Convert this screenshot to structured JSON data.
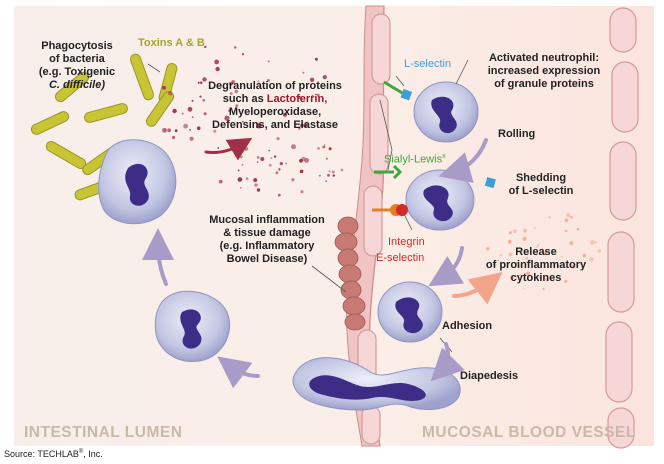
{
  "labels": {
    "phagocytosis": [
      "Phagocytosis",
      "of bacteria",
      "(e.g. Toxigenic",
      "C. difficile)"
    ],
    "toxins": "Toxins A & B",
    "degranulation_pre": "Degranulation of proteins",
    "degranulation_such": "such as ",
    "lactoferrin": "Lactoferrin,",
    "degranulation_rest": [
      "Myeloperoxidase,",
      "Defensins, and Elastase"
    ],
    "activated": [
      "Activated neutrophil:",
      "increased expression",
      "of granule proteins"
    ],
    "l_selectin": "L-selectin",
    "rolling": "Rolling",
    "sialyl_lewis": "Sialyl-Lewis",
    "sialyl_sup": "x",
    "shedding": [
      "Shedding",
      "of L-selectin"
    ],
    "integrin": "Integrin",
    "e_selectin": "E-selectin",
    "mucosal": [
      "Mucosal inflammation",
      "& tissue damage",
      "(e.g. Inflammatory",
      "Bowel Disease)"
    ],
    "release": [
      "Release",
      "of proinflammatory",
      "cytokines"
    ],
    "adhesion": "Adhesion",
    "diapedesis": "Diapedesis",
    "intestinal_lumen": "INTESTINAL LUMEN",
    "mucosal_vessel": "MUCOSAL BLOOD VESSEL",
    "source_text": "Source: TECHLAB",
    "source_reg": "®",
    "source_end": ", Inc."
  },
  "colors": {
    "lumen_bg": "#f8efe8",
    "vessel_bg": "#fbe9e3",
    "vessel_wall": "#f1c7c7",
    "vessel_wall_edge": "#c98e8e",
    "red_cell": "#f5d3d3",
    "bacteria": "#c9c434",
    "neutrophil": "#c7c9e3",
    "nucleus": "#3d2d86",
    "arrow": "#a99bc8",
    "granule": "#a0304a",
    "l_selectin": "#3e9fd8",
    "sialyl": "#40a83a",
    "integrin": "#e87c1e",
    "e_selectin": "#d42a2a",
    "lactoferrin": "#a0152b",
    "release_arrow": "#f3a58c",
    "label_gray": "#c9b9a6"
  }
}
